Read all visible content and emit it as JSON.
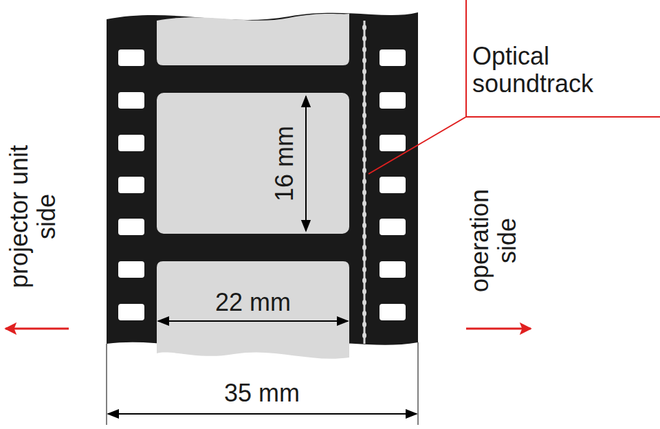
{
  "diagram": {
    "labels": [
      "Optical soundtrack",
      "16 mm",
      "22 mm",
      "35 mm",
      "projector unit side",
      "operation side"
    ]
  }
}
